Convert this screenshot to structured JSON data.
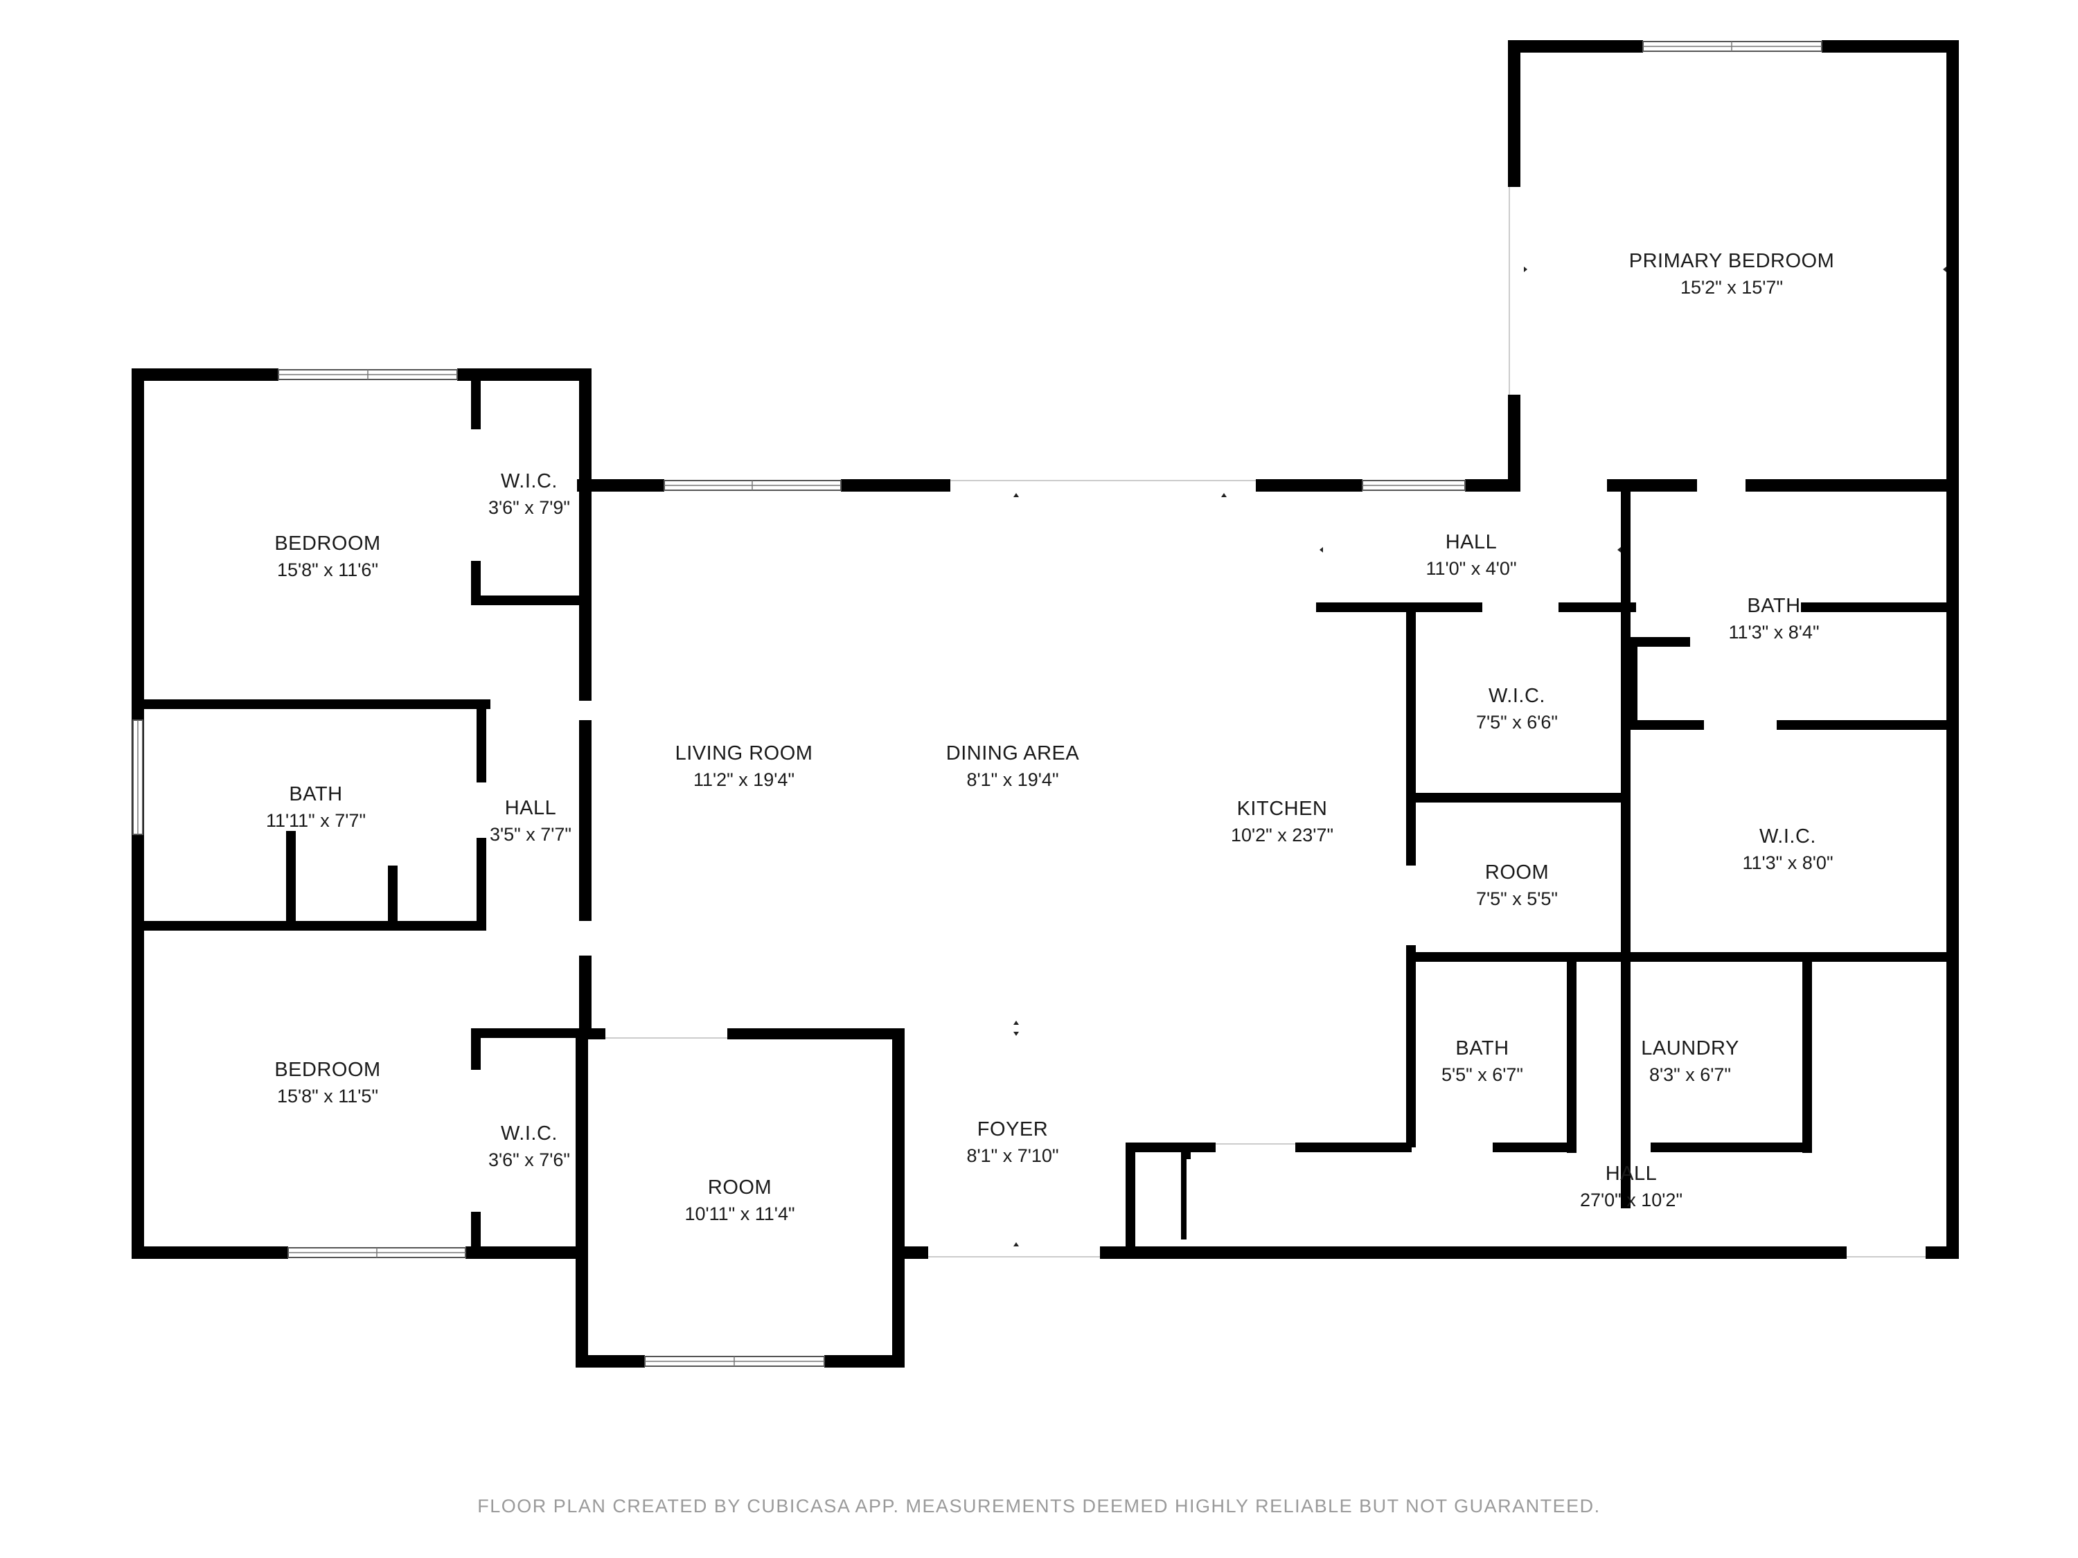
{
  "rooms": {
    "primary_bedroom": {
      "name": "PRIMARY BEDROOM",
      "dim": "15'2\" x 15'7\""
    },
    "bedroom_top": {
      "name": "BEDROOM",
      "dim": "15'8\" x 11'6\""
    },
    "wic_top_left": {
      "name": "W.I.C.",
      "dim": "3'6\" x 7'9\""
    },
    "bath_left": {
      "name": "BATH",
      "dim": "11'11\" x 7'7\""
    },
    "hall_left": {
      "name": "HALL",
      "dim": "3'5\" x 7'7\""
    },
    "bedroom_bottom": {
      "name": "BEDROOM",
      "dim": "15'8\" x 11'5\""
    },
    "wic_bottom_left": {
      "name": "W.I.C.",
      "dim": "3'6\" x 7'6\""
    },
    "room_bottom": {
      "name": "ROOM",
      "dim": "10'11\" x 11'4\""
    },
    "living_room": {
      "name": "LIVING ROOM",
      "dim": "11'2\" x 19'4\""
    },
    "dining_area": {
      "name": "DINING AREA",
      "dim": "8'1\" x 19'4\""
    },
    "kitchen": {
      "name": "KITCHEN",
      "dim": "10'2\" x 23'7\""
    },
    "foyer": {
      "name": "FOYER",
      "dim": "8'1\" x 7'10\""
    },
    "hall_top": {
      "name": "HALL",
      "dim": "11'0\" x 4'0\""
    },
    "wic_middle": {
      "name": "W.I.C.",
      "dim": "7'5\" x 6'6\""
    },
    "room_middle": {
      "name": "ROOM",
      "dim": "7'5\" x 5'5\""
    },
    "bath_right": {
      "name": "BATH",
      "dim": "11'3\" x 8'4\""
    },
    "wic_right": {
      "name": "W.I.C.",
      "dim": "11'3\" x 8'0\""
    },
    "bath_small": {
      "name": "BATH",
      "dim": "5'5\" x 6'7\""
    },
    "laundry": {
      "name": "LAUNDRY",
      "dim": "8'3\" x 6'7\""
    },
    "hall_bottom": {
      "name": "HALL",
      "dim": "27'0\" x 10'2\""
    }
  },
  "footer": "FLOOR PLAN CREATED BY CUBICASA APP. MEASUREMENTS DEEMED HIGHLY RELIABLE BUT NOT GUARANTEED.",
  "colors": {
    "wall": "#000000",
    "text": "#1a1a1a",
    "footer": "#9a9a9a"
  }
}
